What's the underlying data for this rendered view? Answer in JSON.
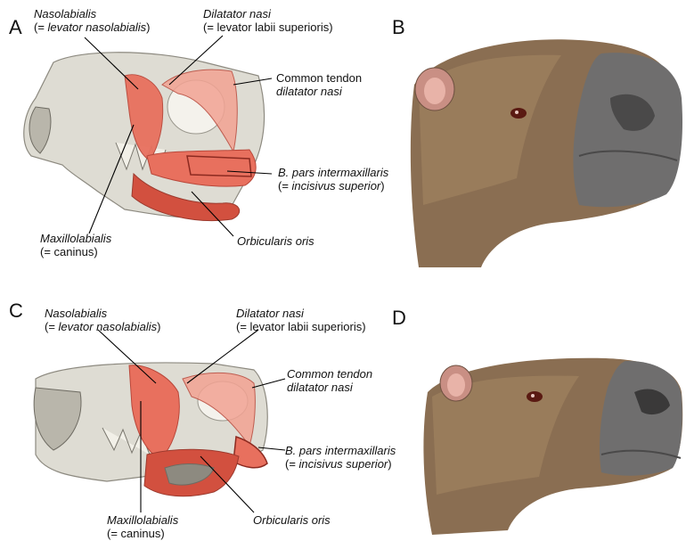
{
  "panels": {
    "A": "A",
    "B": "B",
    "C": "C",
    "D": "D"
  },
  "labels": {
    "nasolabialis": "Nasolabialis",
    "nasolabialis_syn_pre": "(= ",
    "nasolabialis_syn": "levator nasolabialis",
    "nasolabialis_syn_post": ")",
    "dilatator": "Dilatator nasi",
    "dilatator_syn": "(= levator labii superioris)",
    "common_tendon": "Common tendon",
    "common_tendon_2": "dilatator nasi",
    "pars_intermax": "B. pars intermaxillaris",
    "pars_intermax_syn_pre": "(= ",
    "pars_intermax_syn": "incisivus superior",
    "pars_intermax_syn_post": ")",
    "orbicularis": "Orbicularis oris",
    "maxillolabialis": "Maxillolabialis",
    "maxillolabialis_syn": "(= caninus)"
  },
  "colors": {
    "muscle": "#e8705e",
    "muscle_light": "#f2a393",
    "muscle_dark": "#d2503f",
    "bone": "#dedcd3",
    "bone_dark": "#b9b6ab",
    "fur": "#8a6e52",
    "fur_dark": "#5e4a37",
    "nose": "#6f6e6e",
    "nose_light": "#9a9999"
  }
}
